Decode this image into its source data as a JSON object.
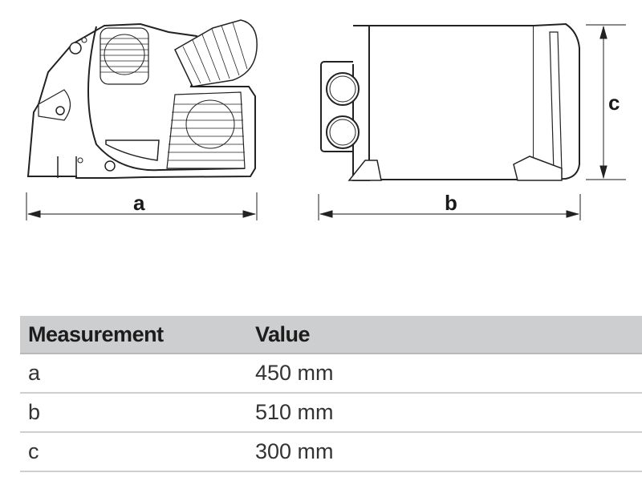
{
  "diagram": {
    "dimension_labels": {
      "a": "a",
      "b": "b",
      "c": "c"
    }
  },
  "table": {
    "headers": [
      "Measurement",
      "Value"
    ],
    "rows": [
      {
        "measurement": "a",
        "value": "450 mm"
      },
      {
        "measurement": "b",
        "value": "510 mm"
      },
      {
        "measurement": "c",
        "value": "300 mm"
      }
    ]
  }
}
